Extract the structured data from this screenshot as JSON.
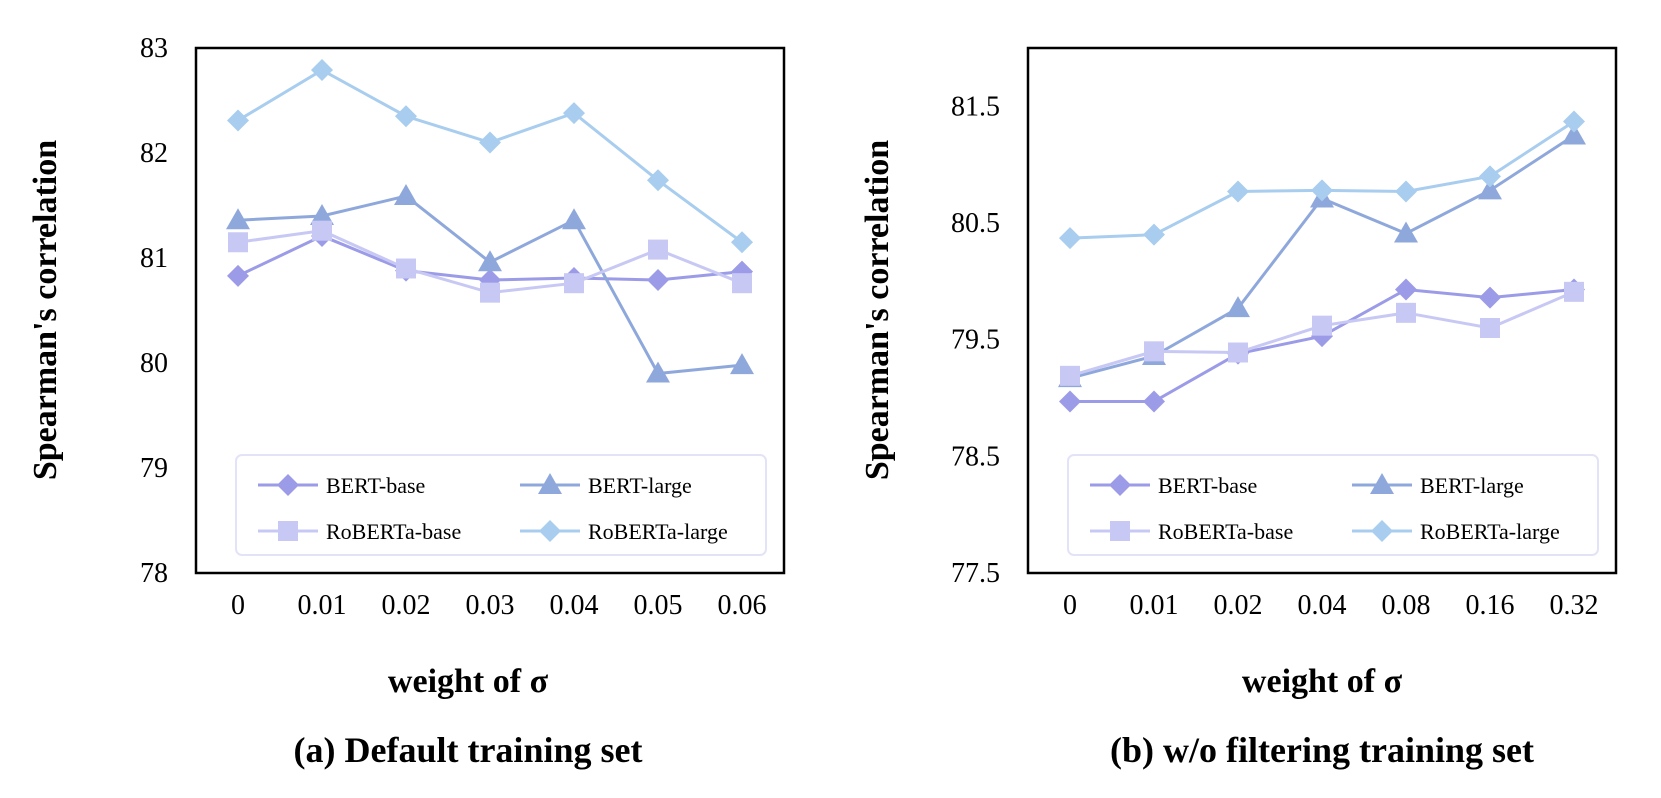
{
  "colors": {
    "BERT-base": "#9b9be8",
    "BERT-large": "#8fa8dc",
    "RoBERTa-base": "#c8c8f4",
    "RoBERTa-large": "#a8cdef",
    "legend_border": "#e3e3f8"
  },
  "chart_data": [
    {
      "type": "line",
      "caption": "(a) Default training set",
      "xlabel": "weight of σ",
      "ylabel": "Spearman's correlation",
      "categories": [
        "0",
        "0.01",
        "0.02",
        "0.03",
        "0.04",
        "0.05",
        "0.06"
      ],
      "ylim": [
        78,
        83
      ],
      "yticks": [
        78,
        79,
        80,
        81,
        82,
        83
      ],
      "legend": "bottom",
      "series": [
        {
          "name": "BERT-base",
          "marker": "diamond",
          "values": [
            80.83,
            81.21,
            80.88,
            80.79,
            80.81,
            80.79,
            80.87
          ]
        },
        {
          "name": "BERT-large",
          "marker": "triangle",
          "values": [
            81.36,
            81.4,
            81.59,
            80.96,
            81.36,
            79.9,
            79.98
          ]
        },
        {
          "name": "RoBERTa-base",
          "marker": "square",
          "values": [
            81.15,
            81.26,
            80.9,
            80.67,
            80.76,
            81.08,
            80.76
          ]
        },
        {
          "name": "RoBERTa-large",
          "marker": "diamond",
          "values": [
            82.31,
            82.79,
            82.35,
            82.1,
            82.38,
            81.74,
            81.15
          ]
        }
      ]
    },
    {
      "type": "line",
      "caption": "(b) w/o filtering training set",
      "xlabel": "weight of σ",
      "ylabel": "Spearman's correlation",
      "categories": [
        "0",
        "0.01",
        "0.02",
        "0.04",
        "0.08",
        "0.16",
        "0.32"
      ],
      "ylim": [
        77.5,
        82
      ],
      "yticks": [
        77.5,
        78.5,
        79.5,
        80.5,
        81.5
      ],
      "ytick_labels": [
        "77.5",
        "78.5",
        "79.5",
        "80.5",
        "81.5"
      ],
      "legend": "bottom",
      "series": [
        {
          "name": "BERT-base",
          "marker": "diamond",
          "values": [
            78.97,
            78.97,
            79.38,
            79.53,
            79.93,
            79.86,
            79.93
          ]
        },
        {
          "name": "BERT-large",
          "marker": "triangle",
          "values": [
            79.17,
            79.36,
            79.77,
            80.71,
            80.41,
            80.78,
            81.25
          ]
        },
        {
          "name": "RoBERTa-base",
          "marker": "square",
          "values": [
            79.19,
            79.4,
            79.39,
            79.62,
            79.73,
            79.6,
            79.91
          ]
        },
        {
          "name": "RoBERTa-large",
          "marker": "diamond",
          "values": [
            80.37,
            80.4,
            80.77,
            80.78,
            80.77,
            80.9,
            81.37
          ]
        }
      ]
    }
  ]
}
